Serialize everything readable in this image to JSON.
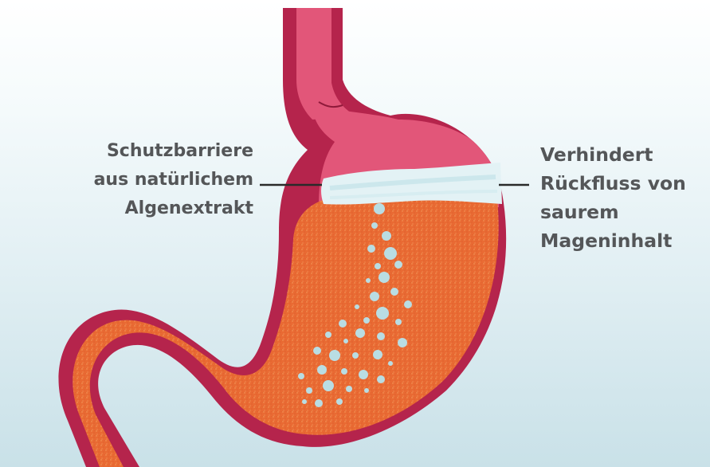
{
  "labels": {
    "left": [
      "Schutzbarriere",
      "aus natürlichem",
      "Algenextrakt"
    ],
    "right": [
      "Verhindert",
      "Rückfluss von",
      "saurem",
      "Mageninhalt"
    ]
  },
  "colors": {
    "stomach_wall": "#b5244c",
    "upper_stomach": "#e25679",
    "gastric_content": "#e96a33",
    "barrier": "#e3f2f5",
    "bubbles": "#b9dde3",
    "text": "#545658",
    "background": "#dcebf0"
  },
  "icons": {
    "stomach": "stomach-illustration",
    "barrier": "raft-barrier",
    "bubbles": "gas-bubbles"
  }
}
